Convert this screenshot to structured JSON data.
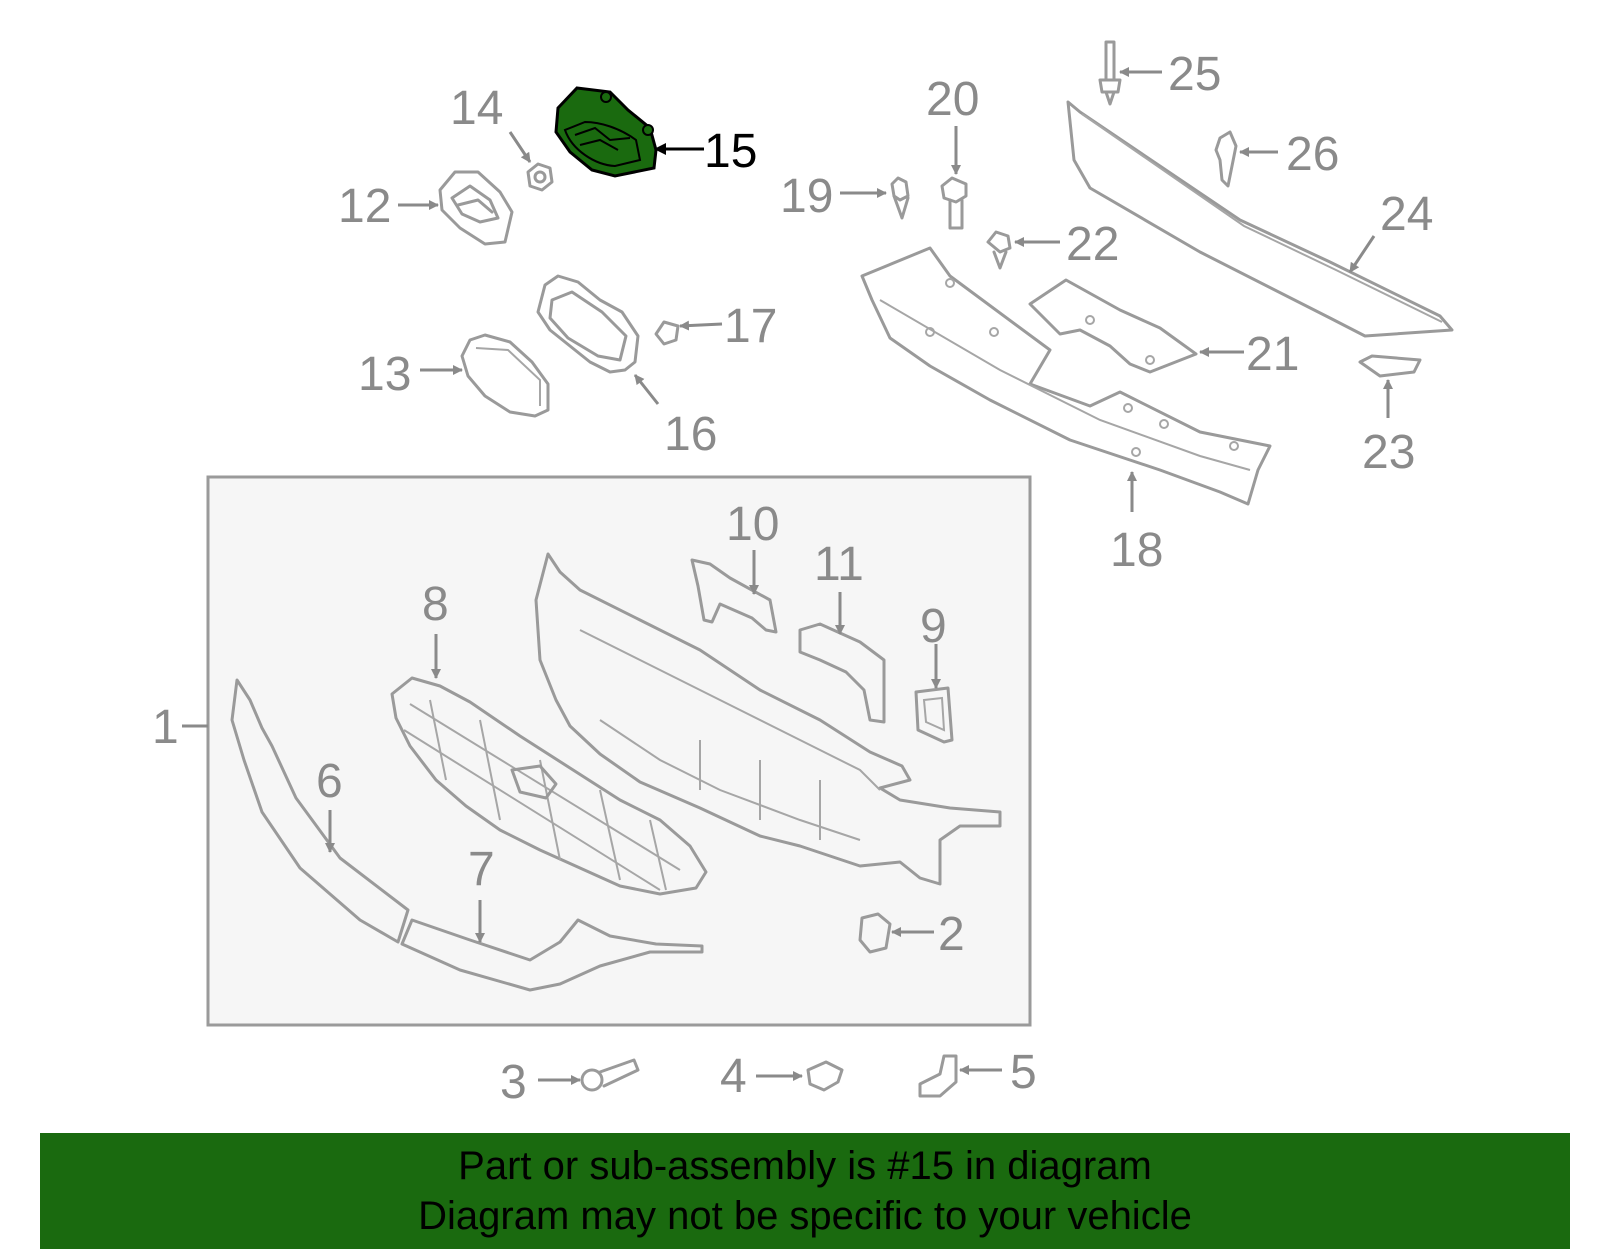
{
  "diagram": {
    "highlighted_part": "15",
    "colors": {
      "highlight": "#1a6a0f",
      "line": "#9a9a9a",
      "label": "#8a8a8a",
      "group_box_fill": "#f6f6f6",
      "banner": "#1a6a0f"
    },
    "labels": {
      "p1": "1",
      "p2": "2",
      "p3": "3",
      "p4": "4",
      "p5": "5",
      "p6": "6",
      "p7": "7",
      "p8": "8",
      "p9": "9",
      "p10": "10",
      "p11": "11",
      "p12": "12",
      "p13": "13",
      "p14": "14",
      "p15": "15",
      "p16": "16",
      "p17": "17",
      "p18": "18",
      "p19": "19",
      "p20": "20",
      "p21": "21",
      "p22": "22",
      "p23": "23",
      "p24": "24",
      "p25": "25",
      "p26": "26"
    }
  },
  "banner": {
    "line1": "Part or sub-assembly is #15 in diagram",
    "line2": "Diagram may not be specific to your vehicle"
  }
}
